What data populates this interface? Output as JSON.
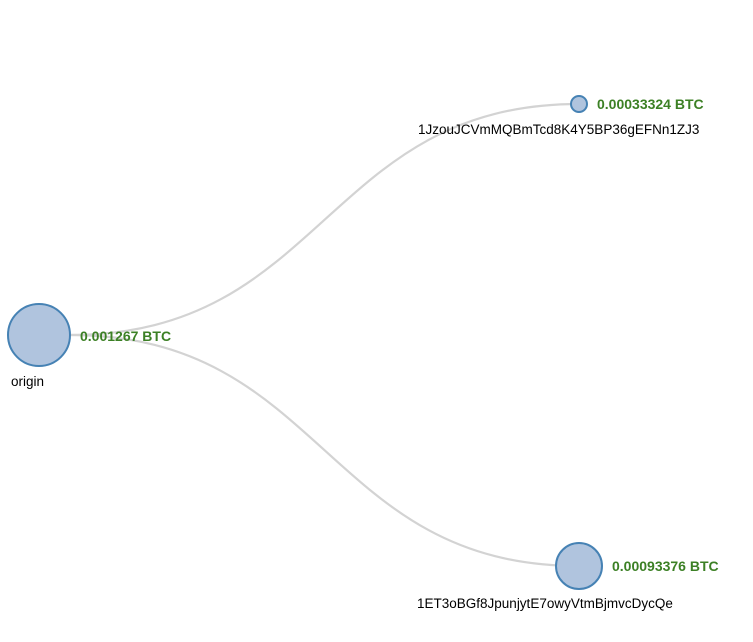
{
  "nodes": [
    {
      "id": "origin",
      "name": "origin",
      "amount": "0.001267 BTC",
      "value_btc": 0.001267
    },
    {
      "id": "child-1",
      "name": "1JzouJCVmMQBmTcd8K4Y5BP36gEFNn1ZJ3",
      "amount": "0.00033324 BTC",
      "value_btc": 0.00033324
    },
    {
      "id": "child-2",
      "name": "1ET3oBGf8JpunjytE7owyVtmBjmvcDycQe",
      "amount": "0.00093376 BTC",
      "value_btc": 0.00093376
    }
  ],
  "links": [
    {
      "source": "origin",
      "target": "child-1"
    },
    {
      "source": "origin",
      "target": "child-2"
    }
  ],
  "colors": {
    "node_fill": "#b0c4de",
    "node_stroke": "#4682b4",
    "link": "#d3d3d3",
    "amount_text": "#3c8025"
  }
}
